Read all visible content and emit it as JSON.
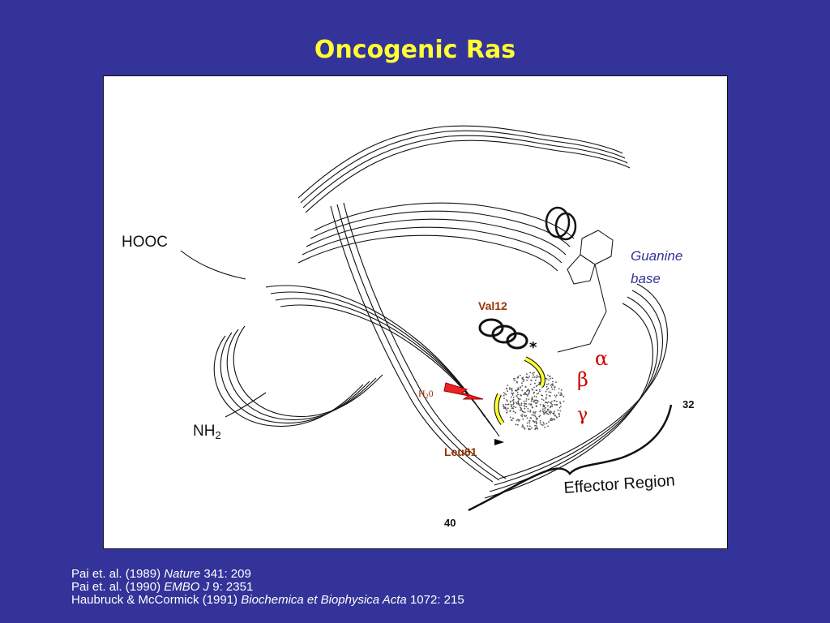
{
  "slide": {
    "title": "Oncogenic Ras"
  },
  "figure": {
    "labels": {
      "hooc": "HOOC",
      "nh2": "NH",
      "nh2_sub": "2",
      "guanine_line1": "Guanine",
      "guanine_line2": "base",
      "val12": "Val12",
      "leu61": "Leu61",
      "water": "H",
      "water_sub": "2",
      "water_end": "0",
      "alpha": "α",
      "beta": "β",
      "gamma": "γ",
      "residue_32": "32",
      "residue_40": "40",
      "effector_region": "Effector Region",
      "asterisk": "*"
    },
    "colors": {
      "title": "#ffff33",
      "residue_label": "#993300",
      "greek": "#cc0000",
      "guanine": "#333399",
      "bolt": "#ee2222",
      "marker": "#ffff33"
    }
  },
  "references": [
    {
      "pre": "Pai et. al. (1989) ",
      "journal": "Nature",
      "post": " 341: 209"
    },
    {
      "pre": "Pai et. al. (1990) ",
      "journal": "EMBO J",
      "post": " 9: 2351"
    },
    {
      "pre": "Haubruck & McCormick (1991) ",
      "journal": "Biochemica et Biophysica Acta",
      "post": " 1072: 215"
    }
  ]
}
